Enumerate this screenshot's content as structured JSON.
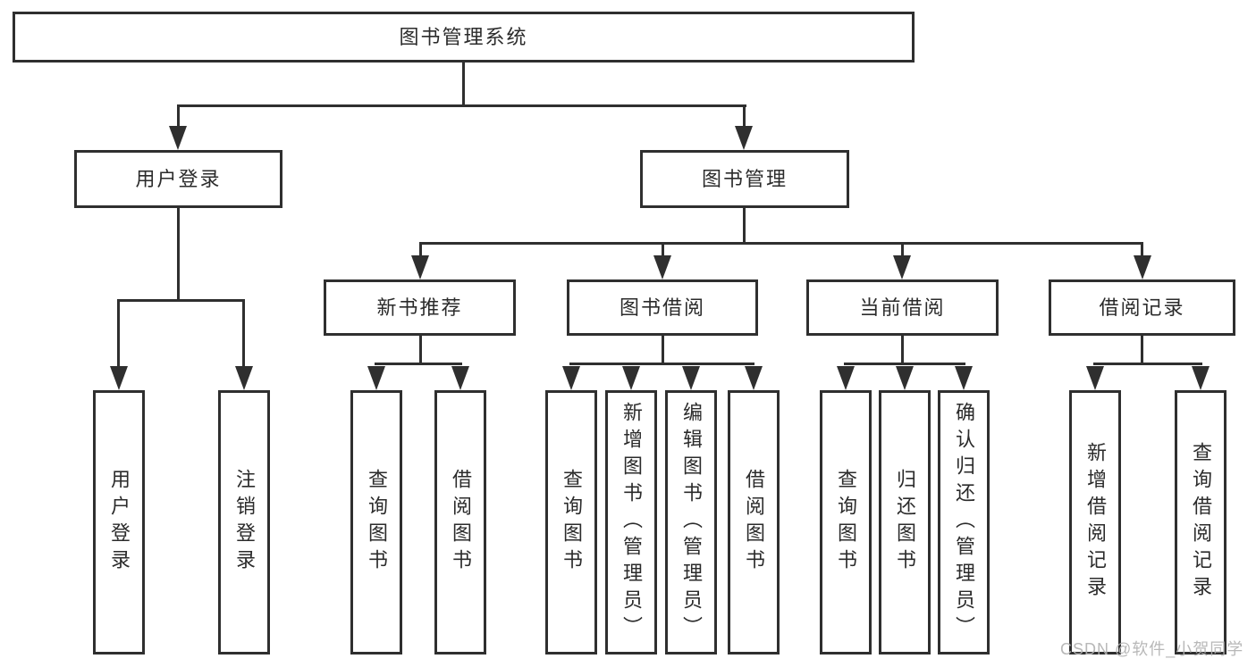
{
  "title": "图书管理系统",
  "branches": [
    {
      "label": "用户登录",
      "children": [
        {
          "label": "用户登录"
        },
        {
          "label": "注销登录"
        }
      ]
    },
    {
      "label": "图书管理",
      "children": [
        {
          "label": "新书推荐",
          "children": [
            {
              "label": "查询图书"
            },
            {
              "label": "借阅图书"
            }
          ]
        },
        {
          "label": "图书借阅",
          "children": [
            {
              "label": "查询图书"
            },
            {
              "label": "新增图书（管理员）"
            },
            {
              "label": "编辑图书（管理员）"
            },
            {
              "label": "借阅图书"
            }
          ]
        },
        {
          "label": "当前借阅",
          "children": [
            {
              "label": "查询图书"
            },
            {
              "label": "归还图书"
            },
            {
              "label": "确认归还（管理员）"
            }
          ]
        },
        {
          "label": "借阅记录",
          "children": [
            {
              "label": "新增借阅记录"
            },
            {
              "label": "查询借阅记录"
            }
          ]
        }
      ]
    }
  ],
  "watermark": "CSDN @软件_小贺同学",
  "colors": {
    "line": "#2f2f2f",
    "box_border": "#2f2f2f",
    "text": "#2b2b2b",
    "watermark": "#b2b2b2",
    "background": "#ffffff"
  }
}
